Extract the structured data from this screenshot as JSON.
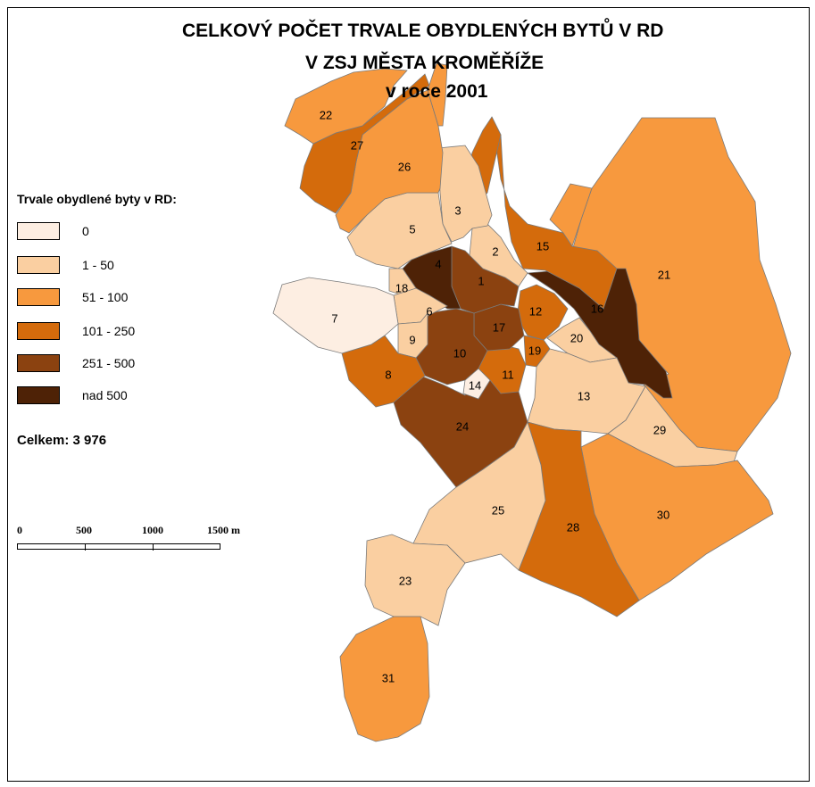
{
  "title": {
    "line1": "CELKOVÝ POČET TRVALE OBYDLENÝCH BYTŮ V RD",
    "line2": "V ZSJ MĚSTA KROMĚŘÍŽE",
    "line3": "v roce 2001"
  },
  "legend": {
    "title": "Trvale obydlené byty v RD:",
    "classes": [
      {
        "label": "0",
        "color": "#fdeee2"
      },
      {
        "label": "1 - 50",
        "color": "#facfa1"
      },
      {
        "label": "51 - 100",
        "color": "#f7993e"
      },
      {
        "label": "101 - 250",
        "color": "#d46b0c"
      },
      {
        "label": "251 - 500",
        "color": "#8b4210"
      },
      {
        "label": "nad 500",
        "color": "#4e2206"
      }
    ]
  },
  "total": "Celkem: 3 976",
  "scale": {
    "labels": [
      "0",
      "500",
      "1000",
      "1500 m"
    ]
  },
  "units": [
    {
      "id": "1",
      "cls": 4
    },
    {
      "id": "2",
      "cls": 1
    },
    {
      "id": "3",
      "cls": 1
    },
    {
      "id": "4",
      "cls": 5
    },
    {
      "id": "5",
      "cls": 1
    },
    {
      "id": "6",
      "cls": 1
    },
    {
      "id": "7",
      "cls": 0
    },
    {
      "id": "8",
      "cls": 3
    },
    {
      "id": "9",
      "cls": 1
    },
    {
      "id": "10",
      "cls": 4
    },
    {
      "id": "11",
      "cls": 3
    },
    {
      "id": "12",
      "cls": 3
    },
    {
      "id": "13",
      "cls": 1
    },
    {
      "id": "14",
      "cls": 0
    },
    {
      "id": "15",
      "cls": 3
    },
    {
      "id": "16",
      "cls": 5
    },
    {
      "id": "17",
      "cls": 4
    },
    {
      "id": "18",
      "cls": 1
    },
    {
      "id": "19",
      "cls": 3
    },
    {
      "id": "20",
      "cls": 1
    },
    {
      "id": "21",
      "cls": 2
    },
    {
      "id": "22",
      "cls": 2
    },
    {
      "id": "23",
      "cls": 1
    },
    {
      "id": "24",
      "cls": 4
    },
    {
      "id": "25",
      "cls": 1
    },
    {
      "id": "26",
      "cls": 2
    },
    {
      "id": "27",
      "cls": 3
    },
    {
      "id": "28",
      "cls": 3
    },
    {
      "id": "29",
      "cls": 1
    },
    {
      "id": "30",
      "cls": 2
    },
    {
      "id": "31",
      "cls": 2
    }
  ]
}
